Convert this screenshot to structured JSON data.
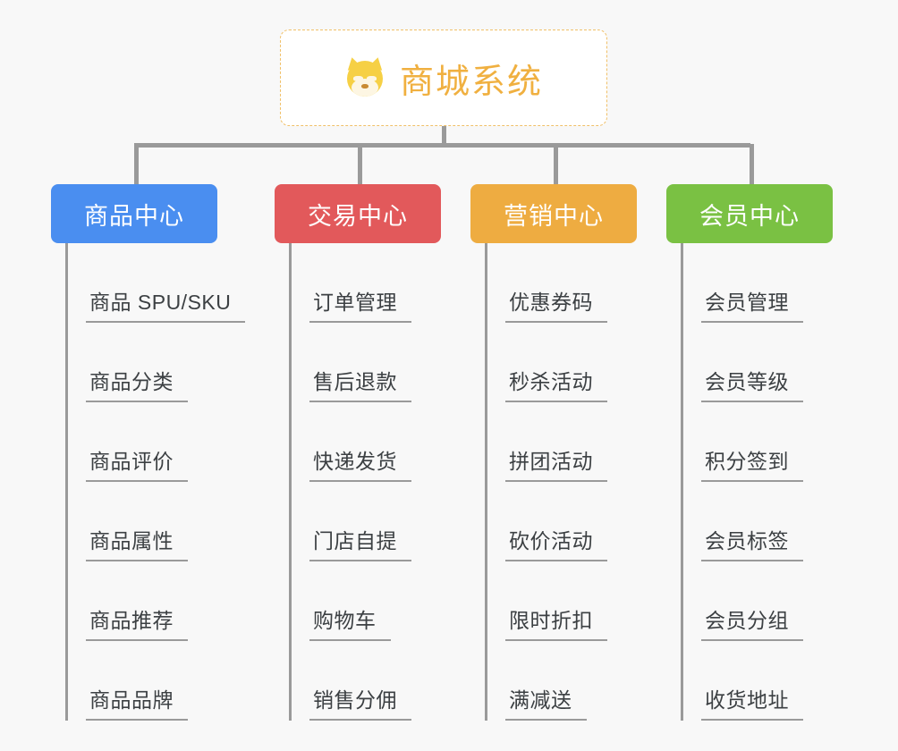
{
  "background_color": "#f8f8f8",
  "root": {
    "title": "商城系统",
    "icon": "shiba-dog-emoji",
    "emoji": "🐶",
    "text_color": "#f0b040",
    "border_color": "#f0c068",
    "background": "#ffffff"
  },
  "connector_color": "#9a9a9a",
  "columns": [
    {
      "key": "product",
      "header": "商品中心",
      "color": "#4a8ef0",
      "items": [
        "商品 SPU/SKU",
        "商品分类",
        "商品评价",
        "商品属性",
        "商品推荐",
        "商品品牌"
      ]
    },
    {
      "key": "trade",
      "header": "交易中心",
      "color": "#e2595b",
      "items": [
        "订单管理",
        "售后退款",
        "快递发货",
        "门店自提",
        "购物车",
        "销售分佣"
      ]
    },
    {
      "key": "marketing",
      "header": "营销中心",
      "color": "#eeac41",
      "items": [
        "优惠券码",
        "秒杀活动",
        "拼团活动",
        "砍价活动",
        "限时折扣",
        "满减送"
      ]
    },
    {
      "key": "member",
      "header": "会员中心",
      "color": "#7ac143",
      "items": [
        "会员管理",
        "会员等级",
        "积分签到",
        "会员标签",
        "会员分组",
        "收货地址"
      ]
    }
  ]
}
